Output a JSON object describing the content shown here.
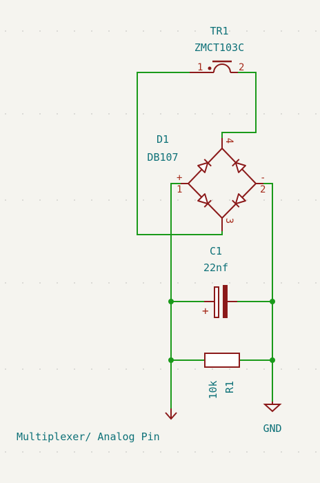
{
  "transformer": {
    "ref": "TR1",
    "value": "ZMCT103C",
    "pin1": "1",
    "pin2": "2"
  },
  "bridge": {
    "ref": "D1",
    "value": "DB107",
    "pin_plus_sign": "+",
    "pin_minus_sign": "-",
    "pin1": "1",
    "pin2": "2",
    "pin3": "3",
    "pin4": "4"
  },
  "capacitor": {
    "ref": "C1",
    "value": "22nf",
    "polarity": "+"
  },
  "resistor": {
    "ref": "R1",
    "value": "10k"
  },
  "power": {
    "gnd_label": "GND"
  },
  "net_label": {
    "output": "Multiplexer/ Analog Pin"
  },
  "colors": {
    "wire": "#1a9a1a",
    "component": "#8b1a1a",
    "text": "#0e7178",
    "pin_text": "#a52a1a",
    "background": "#f5f4ef"
  }
}
